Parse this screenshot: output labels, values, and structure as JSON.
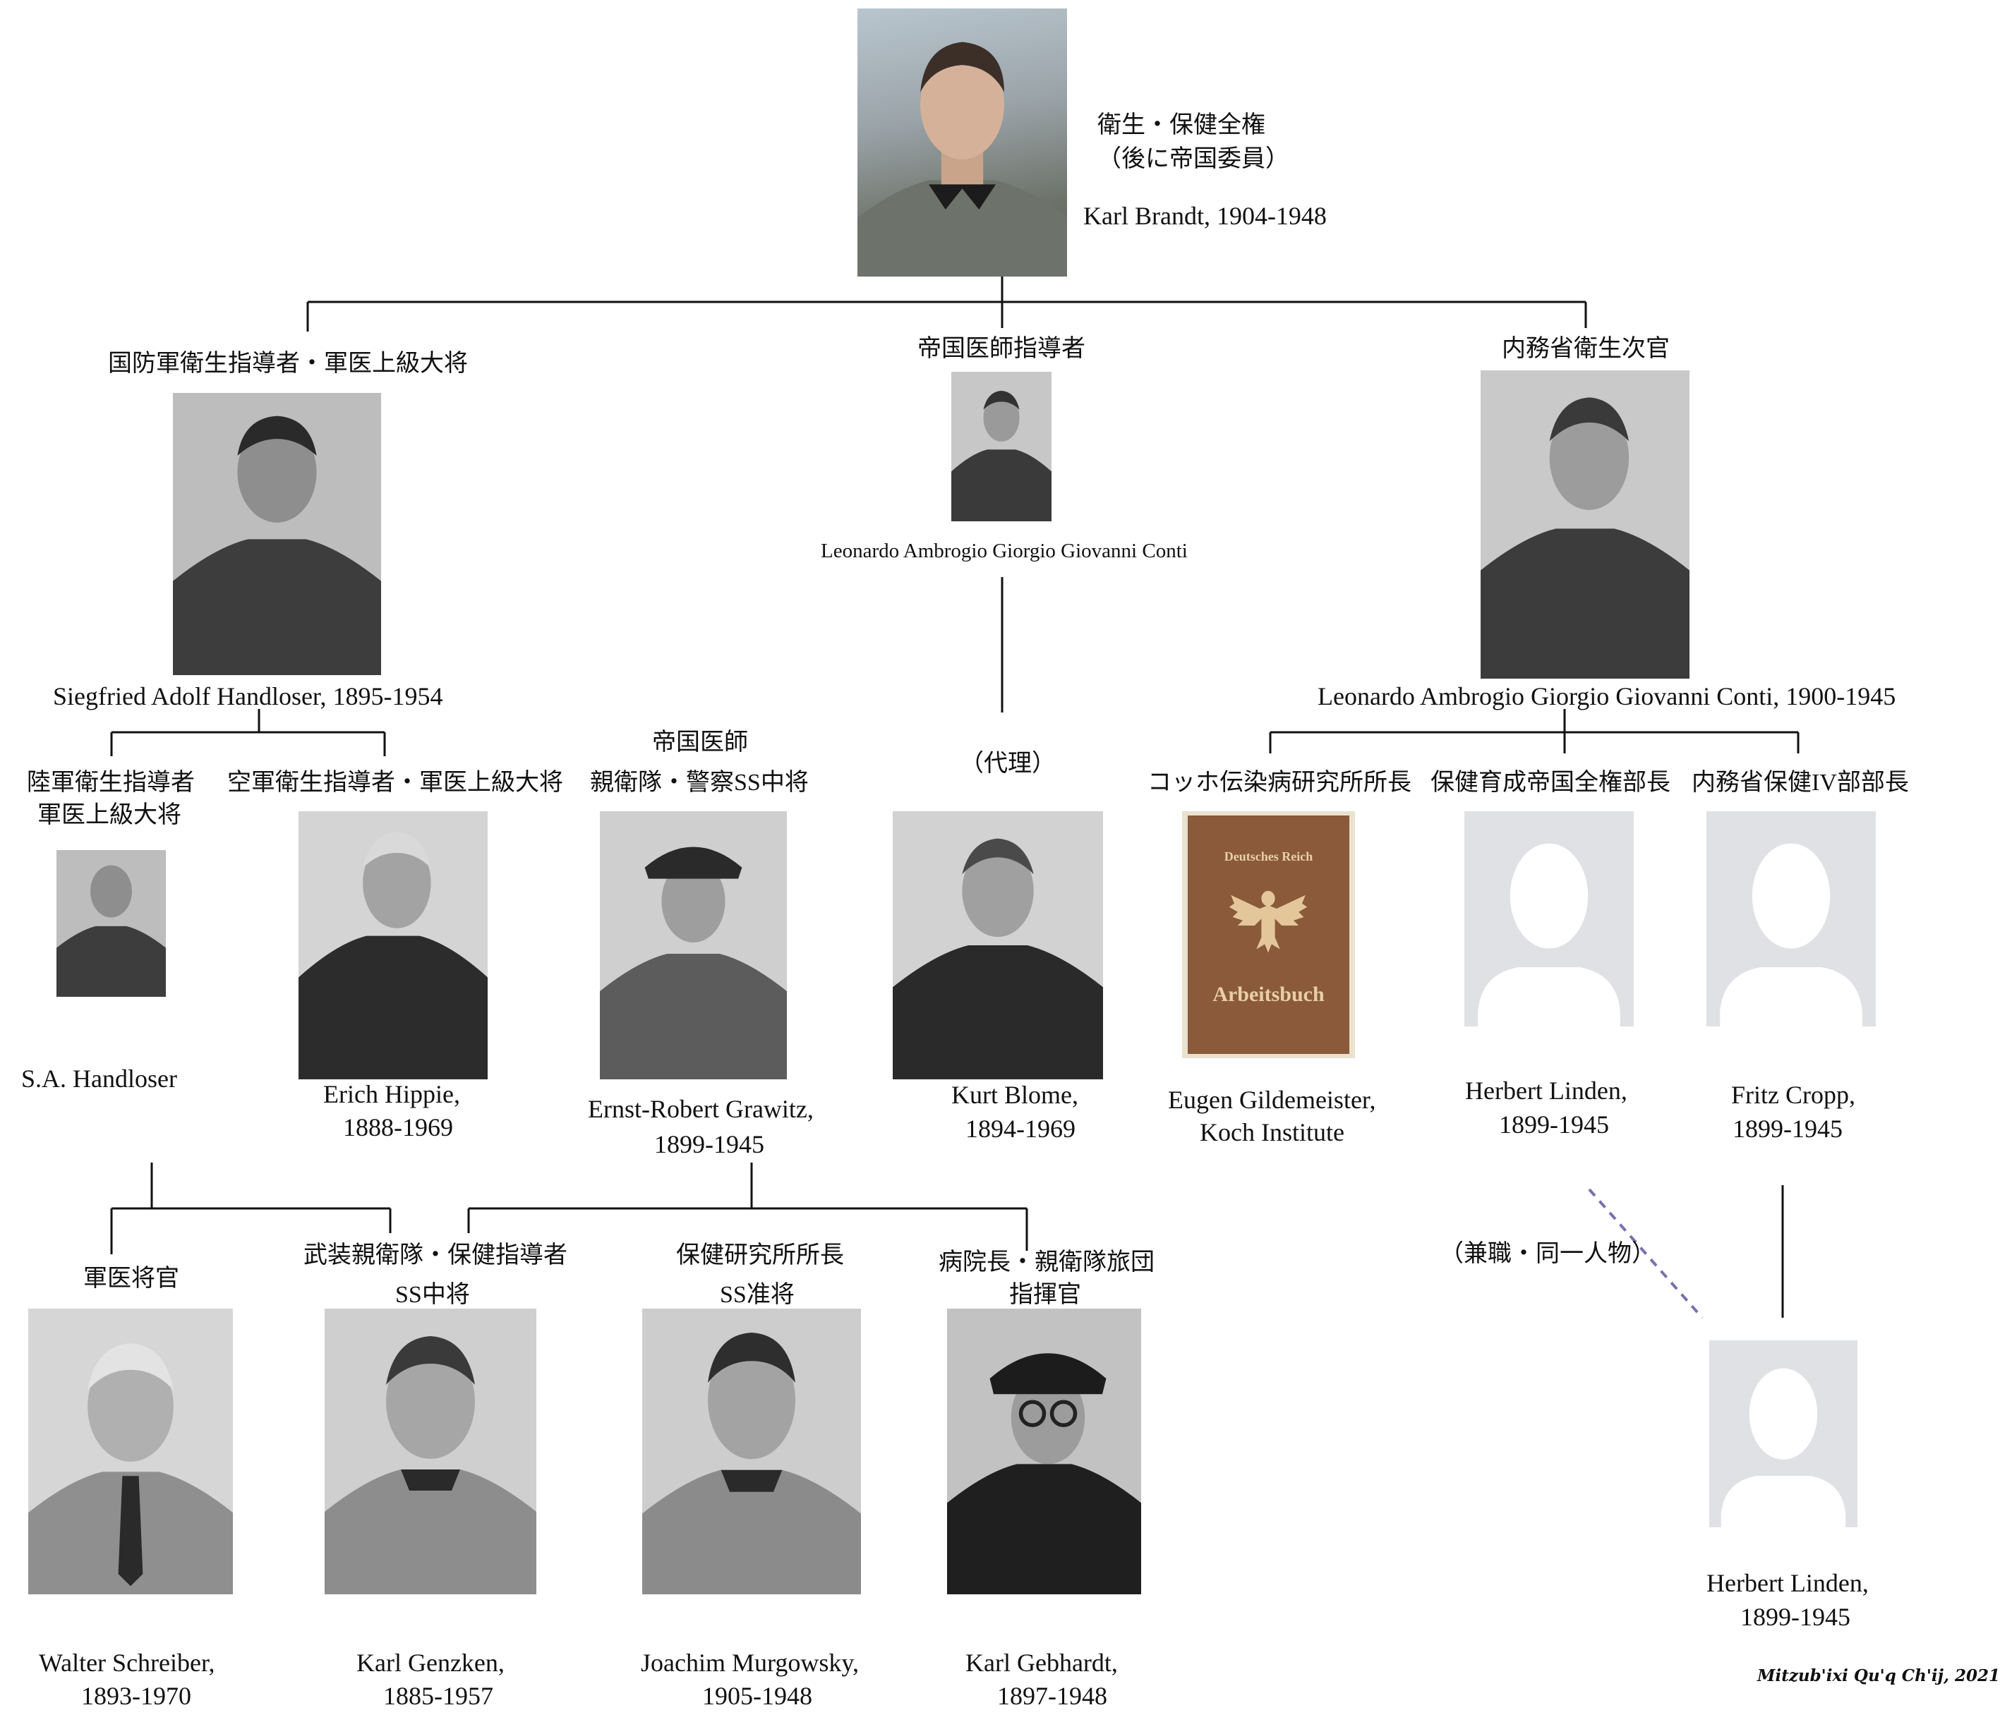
{
  "nodes": {
    "brandt": {
      "title_line1": "衛生・保健全権",
      "title_line2": "（後に帝国委員）",
      "name": "Karl Brandt, 1904-1948"
    },
    "handloser": {
      "title": "国防軍衛生指導者・軍医上級大将",
      "name": "Siegfried Adolf Handloser, 1895-1954"
    },
    "conti_leader": {
      "title": "帝国医師指導者",
      "name": "Leonardo Ambrogio Giorgio Giovanni Conti"
    },
    "conti_interior": {
      "title": "内務省衛生次官",
      "name": "Leonardo Ambrogio Giorgio Giovanni Conti, 1900-1945"
    },
    "sa_handloser": {
      "title_line1": "陸軍衛生指導者",
      "title_line2": "軍医上級大将",
      "name": "S.A. Handloser"
    },
    "hippie": {
      "title": "空軍衛生指導者・軍医上級大将",
      "name_line1": "Erich Hippie,",
      "name_line2": "1888-1969"
    },
    "grawitz": {
      "title_line1": "帝国医師",
      "title_line2": "親衛隊・警察SS中将",
      "name_line1": "Ernst-Robert Grawitz,",
      "name_line2": "1899-1945"
    },
    "blome": {
      "title": "（代理）",
      "name_line1": "Kurt Blome,",
      "name_line2": "1894-1969"
    },
    "gildemeister": {
      "title": "コッホ伝染病研究所所長",
      "name_line1": "Eugen Gildemeister,",
      "name_line2": "Koch Institute",
      "book_top": "Deutsches Reich",
      "book_bottom": "Arbeitsbuch"
    },
    "linden1": {
      "title": "保健育成帝国全権部長",
      "name_line1": "Herbert Linden,",
      "name_line2": "1899-1945"
    },
    "cropp": {
      "title": "内務省保健IV部部長",
      "name_line1": "Fritz Cropp,",
      "name_line2": "1899-1945"
    },
    "schreiber": {
      "title": "軍医将官",
      "name_line1": "Walter Schreiber,",
      "name_line2": "1893-1970"
    },
    "genzken": {
      "title_line1": "武装親衛隊・保健指導者",
      "title_line2": "SS中将",
      "name_line1": "Karl Genzken,",
      "name_line2": "1885-1957"
    },
    "mrugowsky": {
      "title_line1": "保健研究所所長",
      "title_line2": "SS准将",
      "name_line1": "Joachim Murgowsky,",
      "name_line2": "1905-1948"
    },
    "gebhardt": {
      "title_line1": "病院長・親衛隊旅団",
      "title_line2": "指揮官",
      "name_line1": "Karl Gebhardt,",
      "name_line2": "1897-1948"
    },
    "linden2": {
      "name_line1": "Herbert Linden,",
      "name_line2": "1899-1945"
    }
  },
  "annotations": {
    "same_person": "（兼職・同一人物）"
  },
  "signature": "Mitzub'ixi Qu'q Ch'ij, 2021",
  "colors": {
    "line": "#111111",
    "dashed_line": "#7a6fae",
    "placeholder_bg": "#dfe1e4",
    "placeholder_figure": "#ffffff"
  }
}
